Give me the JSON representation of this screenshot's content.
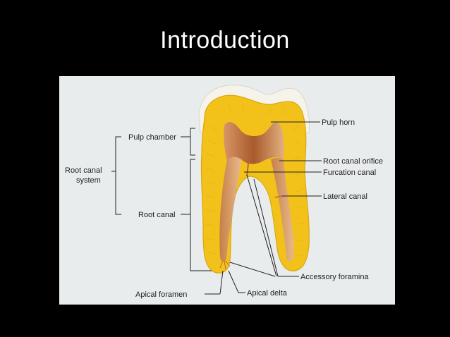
{
  "slide": {
    "title": "Introduction"
  },
  "diagram": {
    "labels": {
      "pulp_chamber": "Pulp chamber",
      "root_canal_system_line1": "Root canal",
      "root_canal_system_line2": "system",
      "root_canal": "Root canal",
      "apical_foramen": "Apical foramen",
      "apical_delta": "Apical delta",
      "pulp_horn": "Pulp horn",
      "root_canal_orifice": "Root canal orifice",
      "furcation_canal": "Furcation canal",
      "lateral_canal": "Lateral canal",
      "accessory_foramina": "Accessory foramina"
    },
    "colors": {
      "dentin": "#f2c21b",
      "dentin_dark": "#e0a812",
      "enamel": "#f4f1e6",
      "pulp": "#b86a3a",
      "pulp_light": "#e8b88a",
      "background": "#e9ecec"
    }
  }
}
